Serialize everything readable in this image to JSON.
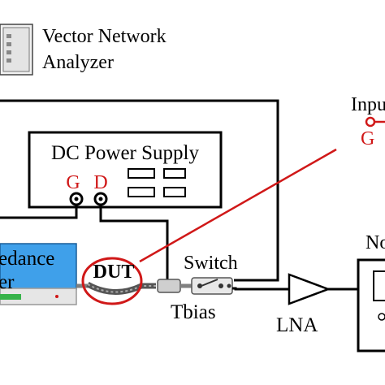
{
  "colors": {
    "line": "#000000",
    "accent_red": "#d01818",
    "tuner_blue": "#3fa0ea",
    "tuner_base": "#e6e6e6",
    "tuner_green": "#37b34a",
    "cable_gray": "#808080"
  },
  "labels": {
    "vna_line1": "Vector Network",
    "vna_line2": "Analyzer",
    "dc_supply": "DC Power Supply",
    "g": "G",
    "d": "D",
    "tuner_line1": "edance",
    "tuner_line2": "er",
    "dut": "DUT",
    "switch": "Switch",
    "tbias": "Tbias",
    "lna": "LNA",
    "input": "Inpu",
    "input_g": "G",
    "noise": "No"
  },
  "icons": {
    "vna": "instrument-icon",
    "lna": "amplifier-triangle-icon",
    "switch": "switch-icon",
    "tbias": "bias-tee-icon"
  }
}
